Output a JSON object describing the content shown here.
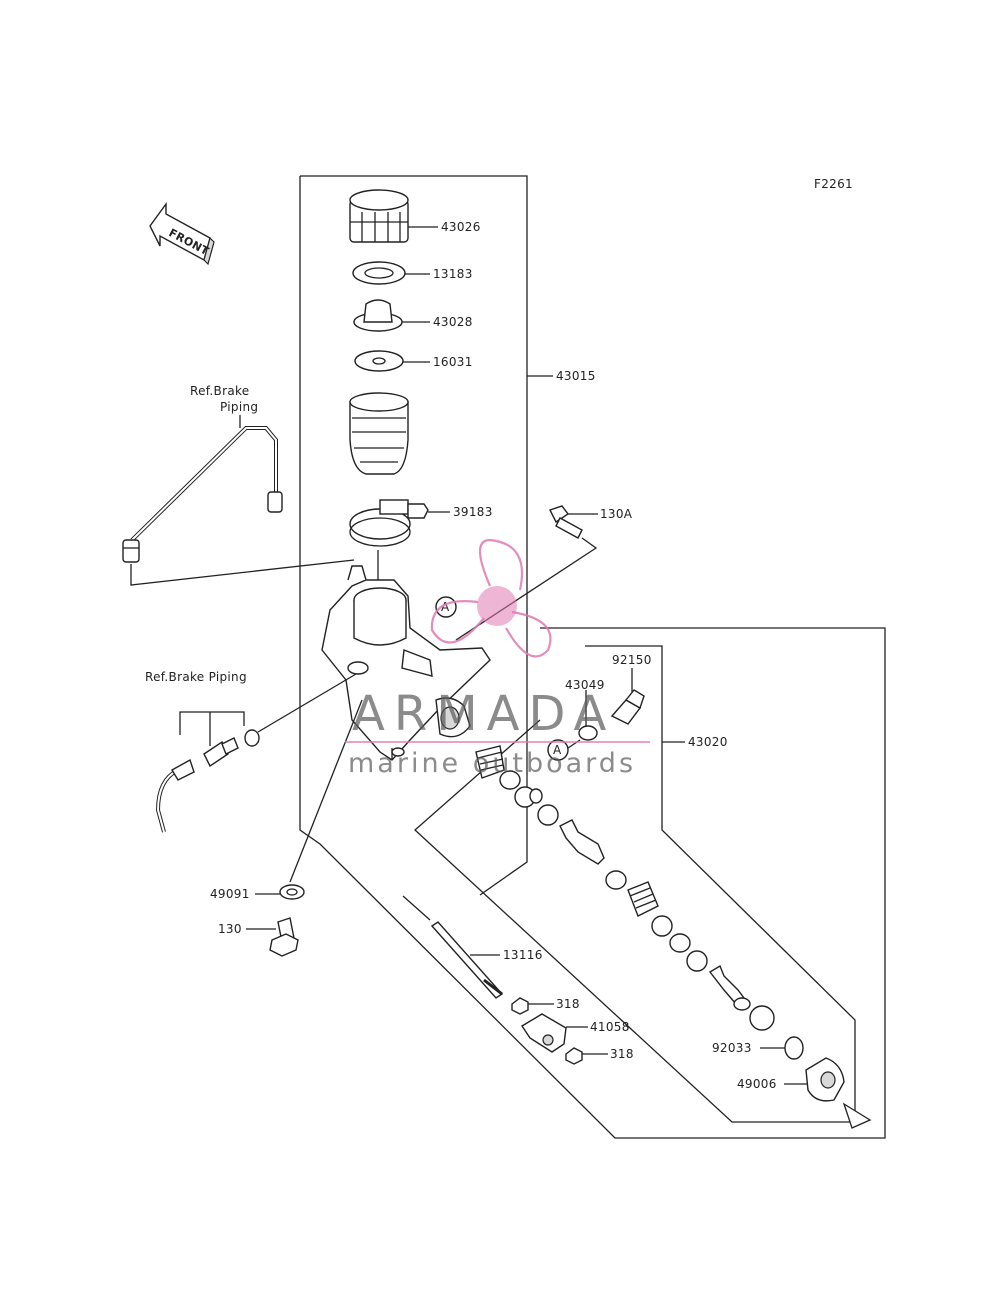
{
  "diagram": {
    "figure_code": "F2261",
    "front_arrow_label": "FRONT",
    "ref_brake_piping_upper": [
      "Ref.Brake",
      "Piping"
    ],
    "ref_brake_piping_lower": "Ref.Brake Piping",
    "marker_a": "A",
    "parts": {
      "p43026": "43026",
      "p13183": "13183",
      "p43028": "43028",
      "p16031": "16031",
      "p43015": "43015",
      "p39183": "39183",
      "p130A": "130A",
      "p92150": "92150",
      "p43049": "43049",
      "p43020": "43020",
      "p49091": "49091",
      "p130": "130",
      "p13116": "13116",
      "p318a": "318",
      "p41058": "41058",
      "p318b": "318",
      "p92033": "92033",
      "p49006": "49006"
    }
  },
  "watermark": {
    "brand": "ARMADA",
    "tagline": "marine outboards",
    "logo_color": "#e07ab0",
    "text_color": "#5a5a5a"
  }
}
